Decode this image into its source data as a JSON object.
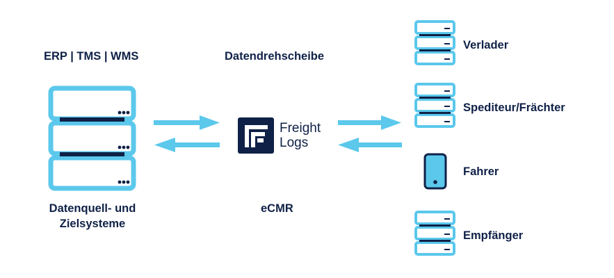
{
  "left": {
    "header": "ERP | TMS | WMS",
    "caption_line1": "Datenquell- und",
    "caption_line2": "Zielsysteme"
  },
  "center": {
    "header": "Datendrehscheibe",
    "logo_line1": "Freight",
    "logo_line2": "Logs",
    "caption": "eCMR"
  },
  "right": {
    "items": [
      {
        "label": "Verlader",
        "icon": "server-stack-icon"
      },
      {
        "label": "Spediteur/Frächter",
        "icon": "server-stack-icon"
      },
      {
        "label": "Fahrer",
        "icon": "smartphone-icon"
      },
      {
        "label": "Empfänger",
        "icon": "server-stack-icon"
      }
    ]
  },
  "colors": {
    "accent": "#5bc8ec",
    "dark": "#0f2147"
  }
}
